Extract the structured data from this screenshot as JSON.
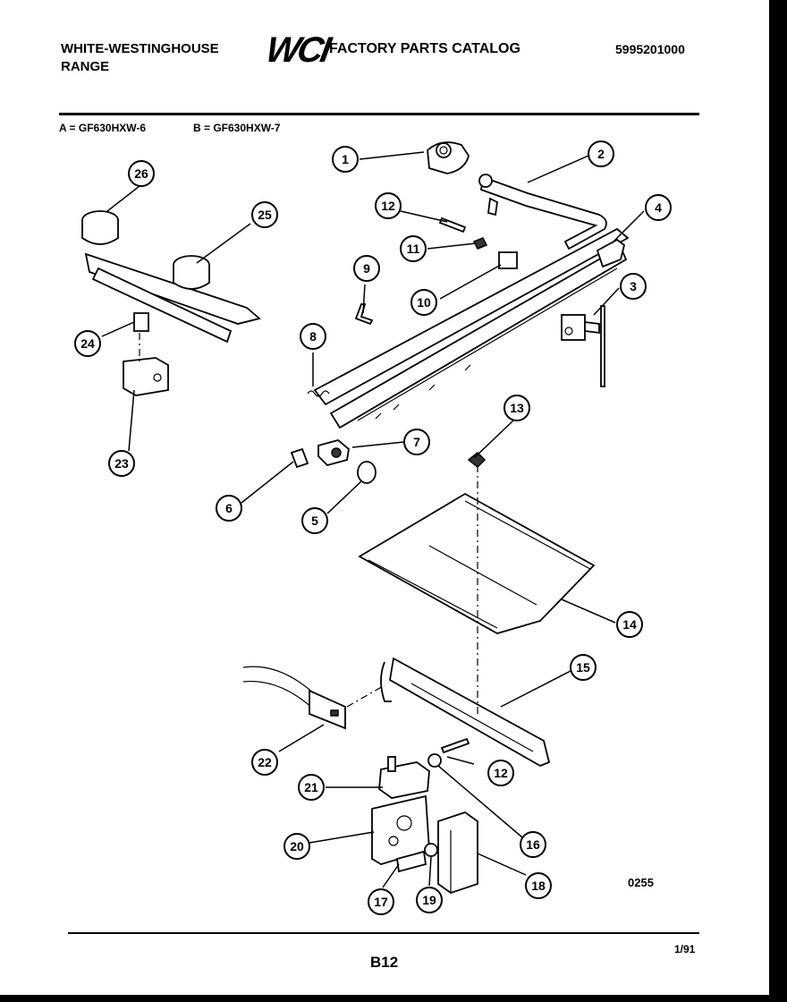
{
  "header": {
    "brand_line1": "WHITE-WESTINGHOUSE",
    "brand_line2": "RANGE",
    "logo_text": "WCI",
    "catalog_title": "FACTORY PARTS CATALOG",
    "catalog_number": "5995201000"
  },
  "models": {
    "a": "A = GF630HXW-6",
    "b": "B = GF630HXW-7"
  },
  "footer": {
    "page_number": "B12",
    "date": "1/91",
    "figure_code": "0255"
  },
  "callouts": [
    "1",
    "2",
    "3",
    "4",
    "5",
    "6",
    "7",
    "8",
    "9",
    "10",
    "11",
    "12",
    "12",
    "13",
    "14",
    "15",
    "16",
    "17",
    "18",
    "19",
    "20",
    "21",
    "22",
    "23",
    "24",
    "25",
    "26"
  ]
}
